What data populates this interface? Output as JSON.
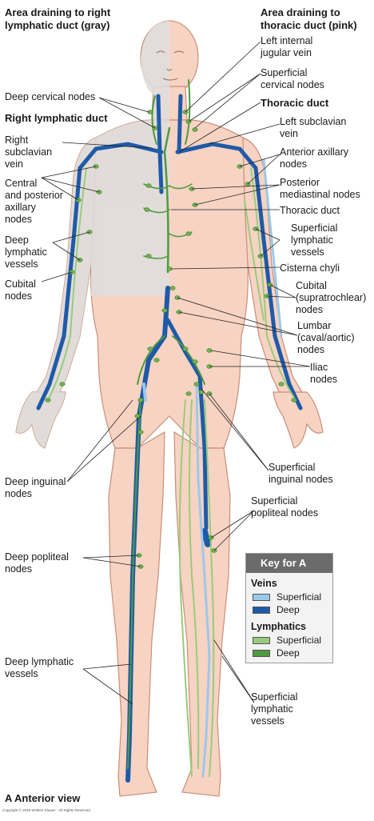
{
  "headers": {
    "left": [
      "Area draining to right",
      "lymphatic duct (gray)"
    ],
    "right": [
      "Area draining to",
      "thoracic duct (pink)"
    ]
  },
  "labels": {
    "deep_cervical_nodes": [
      "Deep cervical nodes"
    ],
    "right_lymphatic_duct": [
      "Right lymphatic duct"
    ],
    "right_subclavian_vein": [
      "Right",
      "subclavian",
      "vein"
    ],
    "central_posterior_axillary": [
      "Central",
      "and posterior",
      "axillary",
      "nodes"
    ],
    "deep_lymphatic_vessels_arm": [
      "Deep",
      "lymphatic",
      "vessels"
    ],
    "cubital_nodes": [
      "Cubital",
      "nodes"
    ],
    "deep_inguinal_nodes": [
      "Deep inguinal",
      "nodes"
    ],
    "deep_popliteal_nodes": [
      "Deep popliteal",
      "nodes"
    ],
    "deep_lymphatic_vessels_leg": [
      "Deep lymphatic",
      "vessels"
    ],
    "left_internal_jugular": [
      "Left internal",
      "jugular vein"
    ],
    "superficial_cervical": [
      "Superficial",
      "cervical nodes"
    ],
    "thoracic_duct_top": [
      "Thoracic duct"
    ],
    "left_subclavian": [
      "Left subclavian",
      "vein"
    ],
    "anterior_axillary": [
      "Anterior axillary",
      "nodes"
    ],
    "posterior_mediastinal": [
      "Posterior",
      "mediastinal nodes"
    ],
    "thoracic_duct_mid": [
      "Thoracic duct"
    ],
    "superficial_lymphatic_arm": [
      "Superficial",
      "lymphatic",
      "vessels"
    ],
    "cisterna_chyli": [
      "Cisterna chyli"
    ],
    "cubital_supratrochlear": [
      "Cubital",
      "(supratrochlear)",
      "nodes"
    ],
    "lumbar": [
      "Lumbar",
      "(caval/aortic)",
      "nodes"
    ],
    "iliac": [
      "Iliac",
      "nodes"
    ],
    "superficial_inguinal": [
      "Superficial",
      "inguinal nodes"
    ],
    "superficial_popliteal": [
      "Superficial",
      "popliteal nodes"
    ],
    "superficial_lymphatic_leg": [
      "Superficial",
      "lymphatic",
      "vessels"
    ]
  },
  "key": {
    "title": "Key for A",
    "veins_heading": "Veins",
    "veins_superficial": "Superficial",
    "veins_deep": "Deep",
    "lymph_heading": "Lymphatics",
    "lymph_superficial": "Superficial",
    "lymph_deep": "Deep"
  },
  "caption": "A  Anterior view",
  "copyright": "Copyright © 2026 Wolters Kluwer - All Rights Reserved",
  "colors": {
    "skin_pink": "#f7d3c3",
    "right_gray": "#dedede",
    "vein_deep": "#1f5aa8",
    "vein_superficial": "#9cc9ea",
    "lymph_superficial": "#9acb7d",
    "lymph_deep": "#4f9a3f",
    "outline": "#c98f78"
  }
}
